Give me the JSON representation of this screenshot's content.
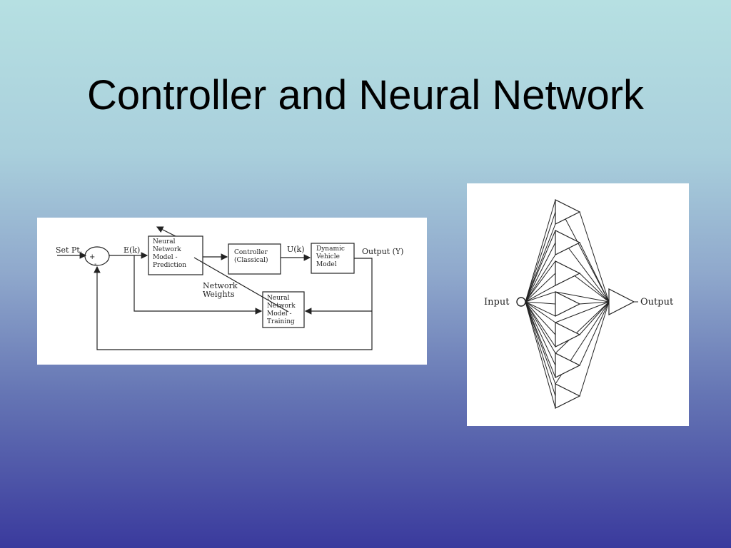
{
  "slide": {
    "title": "Controller and Neural Network"
  },
  "block_diagram": {
    "set_pt": "Set Pt.",
    "plus": "+",
    "minus": "-",
    "error": "E(k)",
    "nn_prediction": [
      "Neural",
      "Network",
      "Model -",
      "Prediction"
    ],
    "controller": [
      "Controller",
      "(Classical)"
    ],
    "control_signal": "U(k)",
    "vehicle": [
      "Dynamic",
      "Vehicle",
      "Model"
    ],
    "output": "Output (Y)",
    "weights": [
      "Network",
      "Weights"
    ],
    "nn_training": [
      "Neural",
      "Network",
      "Model -",
      "Training"
    ]
  },
  "network_diagram": {
    "input_label": "Input",
    "output_label": "Output",
    "hidden_count": 7
  }
}
